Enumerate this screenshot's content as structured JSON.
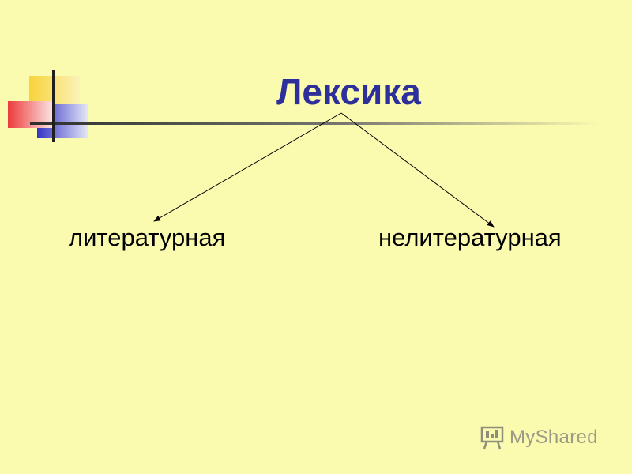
{
  "slide": {
    "title": "Лексика",
    "branches": [
      {
        "label": "литературная"
      },
      {
        "label": "нелитературная"
      }
    ]
  },
  "watermark": {
    "text": "MyShared"
  },
  "colors": {
    "background": "#fbfbb0",
    "title": "#2d2f9a",
    "deco_yellow": "#f8d33a",
    "deco_red": "#ec3b3b",
    "deco_blue": "#3434c6"
  }
}
